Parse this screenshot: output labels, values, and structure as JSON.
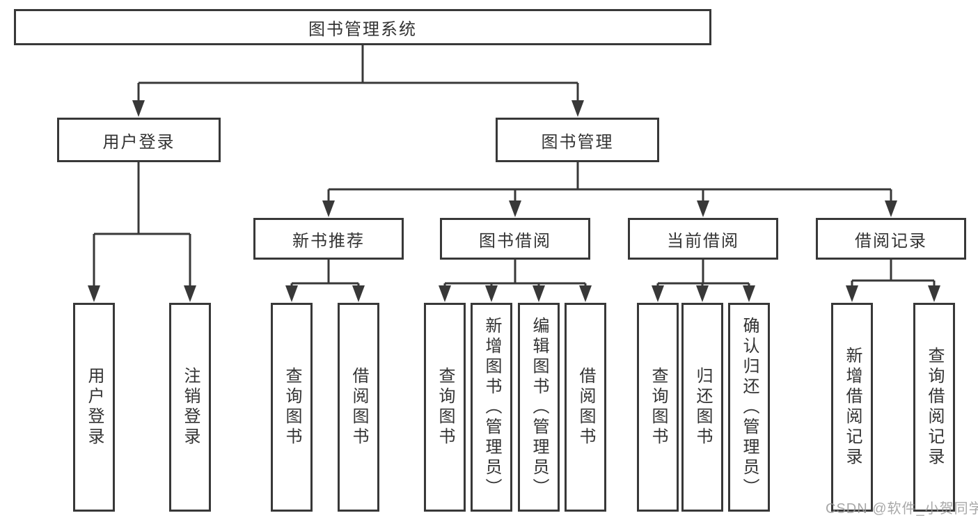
{
  "diagram": {
    "root": {
      "label": "图书管理系统"
    },
    "user_login": {
      "label": "用户登录",
      "children": [
        {
          "label": "用户登录"
        },
        {
          "label": "注销登录"
        }
      ]
    },
    "book_mgmt": {
      "label": "图书管理",
      "sections": {
        "new_book_rec": {
          "label": "新书推荐",
          "children": [
            {
              "label": "查询图书"
            },
            {
              "label": "借阅图书"
            }
          ]
        },
        "book_borrow": {
          "label": "图书借阅",
          "children": [
            {
              "label": "查询图书"
            },
            {
              "label": "新增图书（管理员）"
            },
            {
              "label": "编辑图书（管理员）"
            },
            {
              "label": "借阅图书"
            }
          ]
        },
        "current_borrow": {
          "label": "当前借阅",
          "children": [
            {
              "label": "查询图书"
            },
            {
              "label": "归还图书"
            },
            {
              "label": "确认归还（管理员）"
            }
          ]
        },
        "borrow_records": {
          "label": "借阅记录",
          "children": [
            {
              "label": "新增借阅记录"
            },
            {
              "label": "查询借阅记录"
            }
          ]
        }
      }
    }
  },
  "watermark": {
    "text": "CSDN @软件_小贺同学"
  },
  "colors": {
    "line": "#383838",
    "text": "#333333",
    "box_fill": "#ffffff",
    "background": "#ffffff",
    "watermark": "#9a9a9a"
  }
}
